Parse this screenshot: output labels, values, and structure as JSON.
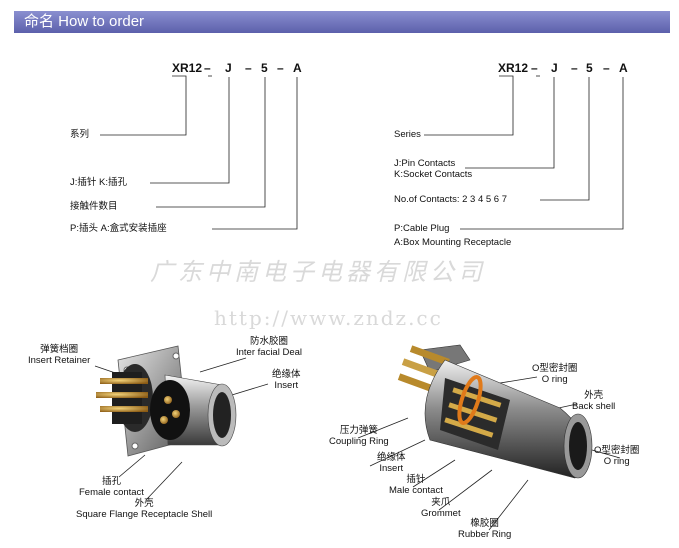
{
  "header": {
    "title": "命名 How to order"
  },
  "left_code": {
    "prefix": "XR12",
    "d1": "–",
    "j": "J",
    "d2": "–",
    "n": "5",
    "d3": "–",
    "a": "A"
  },
  "right_code": {
    "prefix": "XR12",
    "d1": "–",
    "j": "J",
    "d2": "–",
    "n": "5",
    "d3": "–",
    "a": "A"
  },
  "left_labels": {
    "series": "系列",
    "jk": "J:插针  K:插孔",
    "contacts": "接触件数目",
    "pa": "P:插头  A:盒式安装插座"
  },
  "right_labels": {
    "series": "Series",
    "j": "J:Pin Contacts",
    "k": "K:Socket Contacts",
    "contacts": "No.of Contacts: 2 3 4 5 6 7",
    "p": "P:Cable Plug",
    "a": "A:Box Mounting Receptacle"
  },
  "watermark": {
    "company": "广东中南电子电器有限公司",
    "url": "http://www.zndz.cc"
  },
  "left_parts": {
    "retainer_cn": "弹簧档圈",
    "retainer_en": "Insert Retainer",
    "seal_cn": "防水胶圈",
    "seal_en": "Inter facial Deal",
    "insert_cn": "绝缘体",
    "insert_en": "Insert",
    "female_cn": "插孔",
    "female_en": "Female contact",
    "shell_cn": "外壳",
    "shell_en": "Square Flange Receptacle Shell"
  },
  "right_parts": {
    "oring1_cn": "O型密封圈",
    "oring1_en": "O ring",
    "back_cn": "外壳",
    "back_en": "Back shell",
    "oring2_cn": "O型密封圈",
    "oring2_en": "O ring",
    "coupling_cn": "压力弹簧",
    "coupling_en": "Coupling Ring",
    "insert_cn": "绝缘体",
    "insert_en": "Insert",
    "male_cn": "插针",
    "male_en": "Male contact",
    "grommet_cn": "夹爪",
    "grommet_en": "Grommet",
    "rubber_cn": "橡胶圈",
    "rubber_en": "Rubber Ring"
  }
}
